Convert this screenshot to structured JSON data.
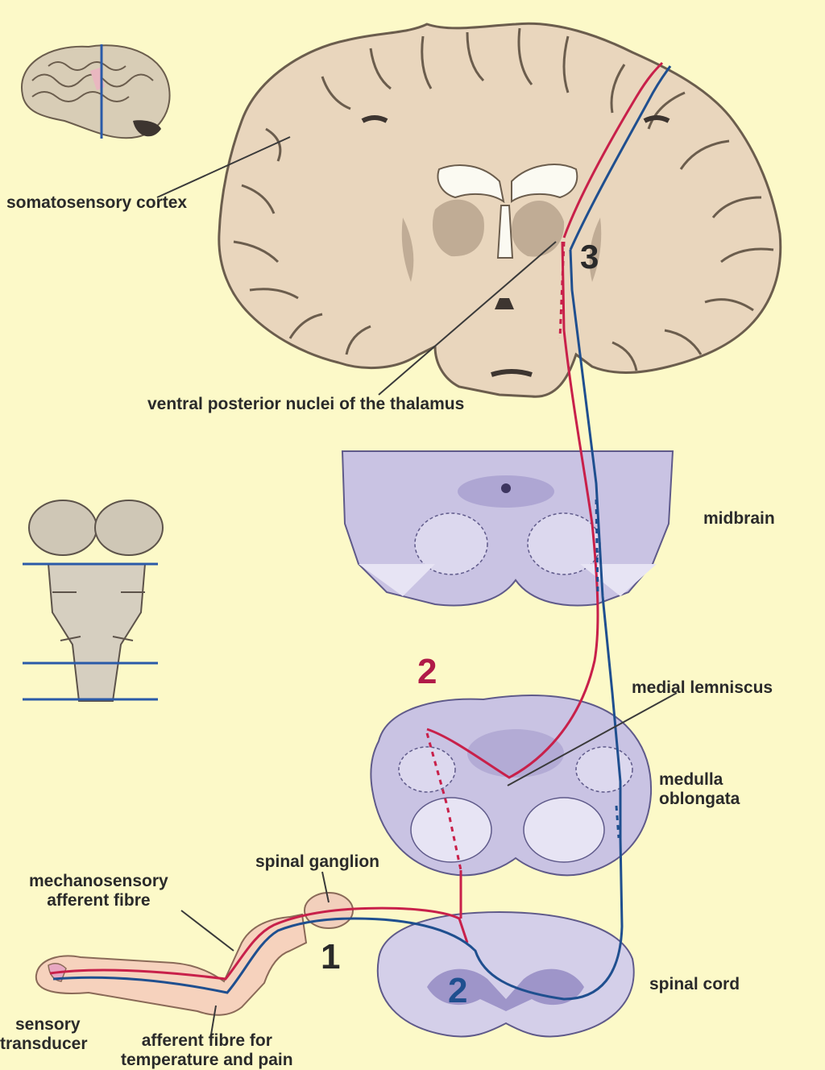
{
  "labels": {
    "somatosensory_cortex": "somatosensory cortex",
    "thalamus": "ventral posterior nuclei of the thalamus",
    "midbrain": "midbrain",
    "medial_lemniscus": "medial lemniscus",
    "medulla_line1": "medulla",
    "medulla_line2": "oblongata",
    "spinal_ganglion": "spinal ganglion",
    "mechano_line1": "mechanosensory",
    "mechano_line2": "afferent fibre",
    "spinal_cord": "spinal cord",
    "sensory_line1": "sensory",
    "sensory_line2": "transducer",
    "temp_line1": "afferent fibre for",
    "temp_line2": "temperature and pain"
  },
  "numbers": {
    "thalamus_order": "3",
    "second_order_red": "2",
    "first_order": "1",
    "second_order_blue": "2"
  },
  "colors": {
    "background": "#fcf9c8",
    "mechanosensory_pathway": "#c8204a",
    "pain_temperature_pathway": "#1f4f8f",
    "brain_tissue": "#e9d6bd",
    "brainstem_tissue": "#c9c3e3"
  }
}
